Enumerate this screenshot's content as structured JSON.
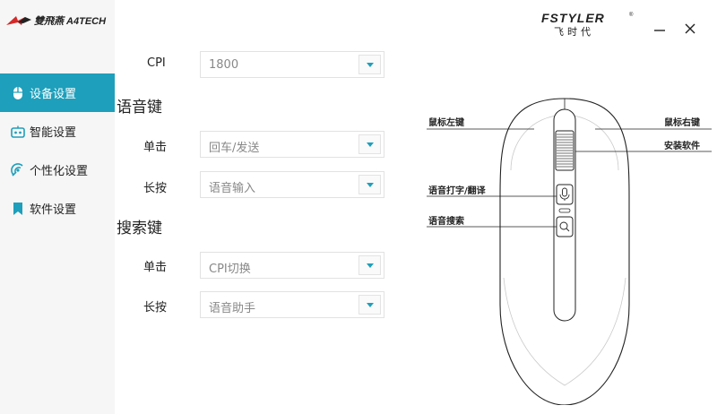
{
  "app": {
    "logo_text": "雙飛燕 A4TECH",
    "brand_text": "FSTYLER",
    "brand_sub": "飞时代"
  },
  "window": {
    "minimize_icon": "minimize-icon",
    "close_icon": "close-icon"
  },
  "sidebar": {
    "items": [
      {
        "label": "设备设置",
        "icon": "mouse-icon",
        "active": true
      },
      {
        "label": "智能设置",
        "icon": "robot-icon",
        "active": false
      },
      {
        "label": "个性化设置",
        "icon": "radar-icon",
        "active": false
      },
      {
        "label": "软件设置",
        "icon": "bookmark-icon",
        "active": false
      }
    ]
  },
  "settings": {
    "cpi_label": "CPI",
    "cpi_value": "1800",
    "voice_key": {
      "title": "语音键",
      "click_label": "单击",
      "click_value": "回车/发送",
      "hold_label": "长按",
      "hold_value": "语音输入"
    },
    "search_key": {
      "title": "搜索键",
      "click_label": "单击",
      "click_value": "CPI切换",
      "hold_label": "长按",
      "hold_value": "语音助手"
    }
  },
  "mouse_diagram": {
    "left_button": "鼠标左键",
    "right_button": "鼠标右键",
    "install_software": "安装软件",
    "voice_typing": "语音打字/翻译",
    "voice_search": "语音搜索"
  },
  "colors": {
    "accent": "#1e9fbb",
    "sidebar_bg": "#f6f6f6"
  }
}
